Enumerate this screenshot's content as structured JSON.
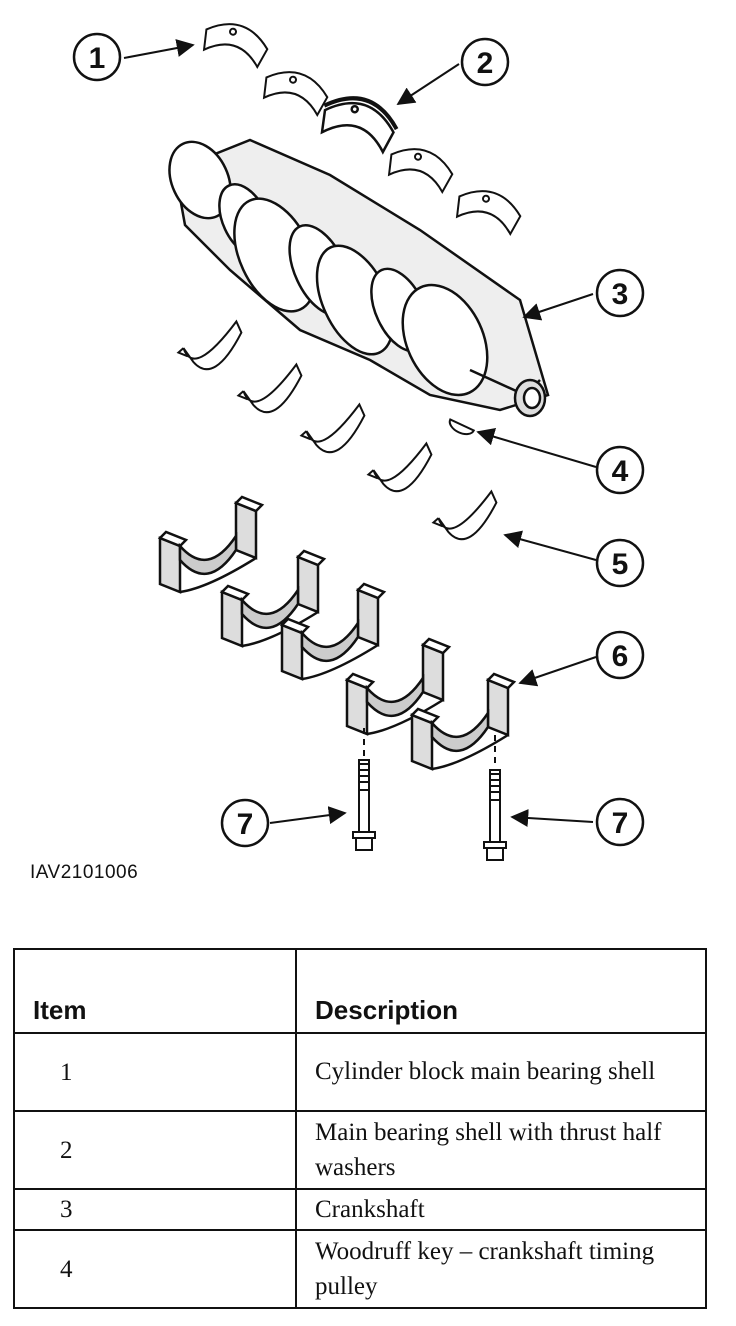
{
  "figure": {
    "id_label": "IAV2101006",
    "callouts": [
      "1",
      "2",
      "3",
      "4",
      "5",
      "6",
      "7",
      "7"
    ],
    "icons": [
      "upper-bearing-shell",
      "thrust-bearing-shell",
      "crankshaft",
      "woodruff-key",
      "lower-bearing-shell",
      "main-bearing-cap",
      "cap-bolt"
    ]
  },
  "legend": {
    "headers": {
      "item": "Item",
      "description": "Description"
    },
    "rows": [
      {
        "item": "1",
        "description": "Cylinder block main bearing shell"
      },
      {
        "item": "2",
        "description": "Main bearing shell with thrust half washers"
      },
      {
        "item": "3",
        "description": "Crankshaft"
      },
      {
        "item": "4",
        "description": "Woodruff key – crankshaft timing pulley"
      }
    ]
  }
}
